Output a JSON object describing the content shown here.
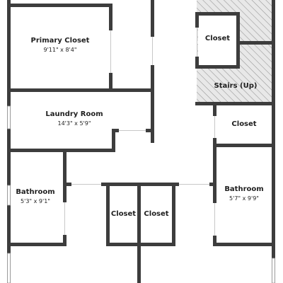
{
  "rooms": {
    "primary_closet": {
      "name": "Primary Closet",
      "dims": "9'11\" x 8'4\""
    },
    "laundry_room": {
      "name": "Laundry Room",
      "dims": "14'3\" x 5'9\""
    },
    "bathroom_left": {
      "name": "Bathroom",
      "dims": "5'3\" x 9'1\""
    },
    "bathroom_right": {
      "name": "Bathroom",
      "dims": "5'7\" x 9'9\""
    },
    "closet_top": {
      "name": "Closet"
    },
    "stairs": {
      "name": "Stairs (Up)"
    },
    "closet_right": {
      "name": "Closet"
    },
    "closet_mid_left": {
      "name": "Closet"
    },
    "closet_mid_right": {
      "name": "Closet"
    }
  },
  "colors": {
    "wall": "#3d3d3d",
    "hatch": "#9a9a9a",
    "hatch_bg": "#e8e8e8"
  }
}
